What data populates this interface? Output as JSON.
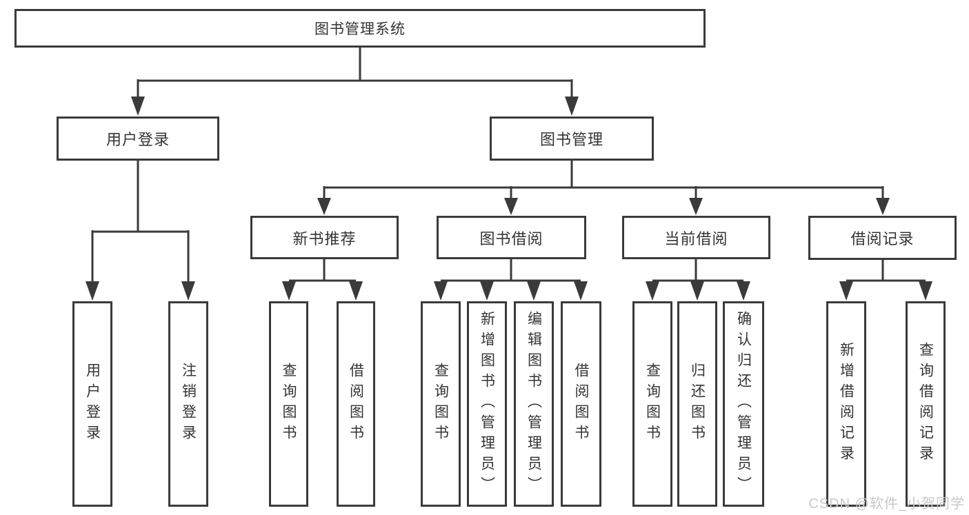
{
  "watermark": "CSDN @软件_小贺同学",
  "diagram": {
    "type": "hierarchy-tree",
    "colors": {
      "line": "#3a3a3a",
      "text": "#333333",
      "background": "#ffffff",
      "watermark": "#c8c8c8"
    },
    "tree": {
      "label": "图书管理系统",
      "children": [
        {
          "label": "用户登录",
          "children": [
            {
              "label": "用户登录"
            },
            {
              "label": "注销登录"
            }
          ]
        },
        {
          "label": "图书管理",
          "children": [
            {
              "label": "新书推荐",
              "children": [
                {
                  "label": "查询图书"
                },
                {
                  "label": "借阅图书"
                }
              ]
            },
            {
              "label": "图书借阅",
              "children": [
                {
                  "label": "查询图书"
                },
                {
                  "label": "新增图书（管理员）"
                },
                {
                  "label": "编辑图书（管理员）"
                },
                {
                  "label": "借阅图书"
                }
              ]
            },
            {
              "label": "当前借阅",
              "children": [
                {
                  "label": "查询图书"
                },
                {
                  "label": "归还图书"
                },
                {
                  "label": "确认归还（管理员）"
                }
              ]
            },
            {
              "label": "借阅记录",
              "children": [
                {
                  "label": "新增借阅记录"
                },
                {
                  "label": "查询借阅记录"
                }
              ]
            }
          ]
        }
      ]
    }
  }
}
